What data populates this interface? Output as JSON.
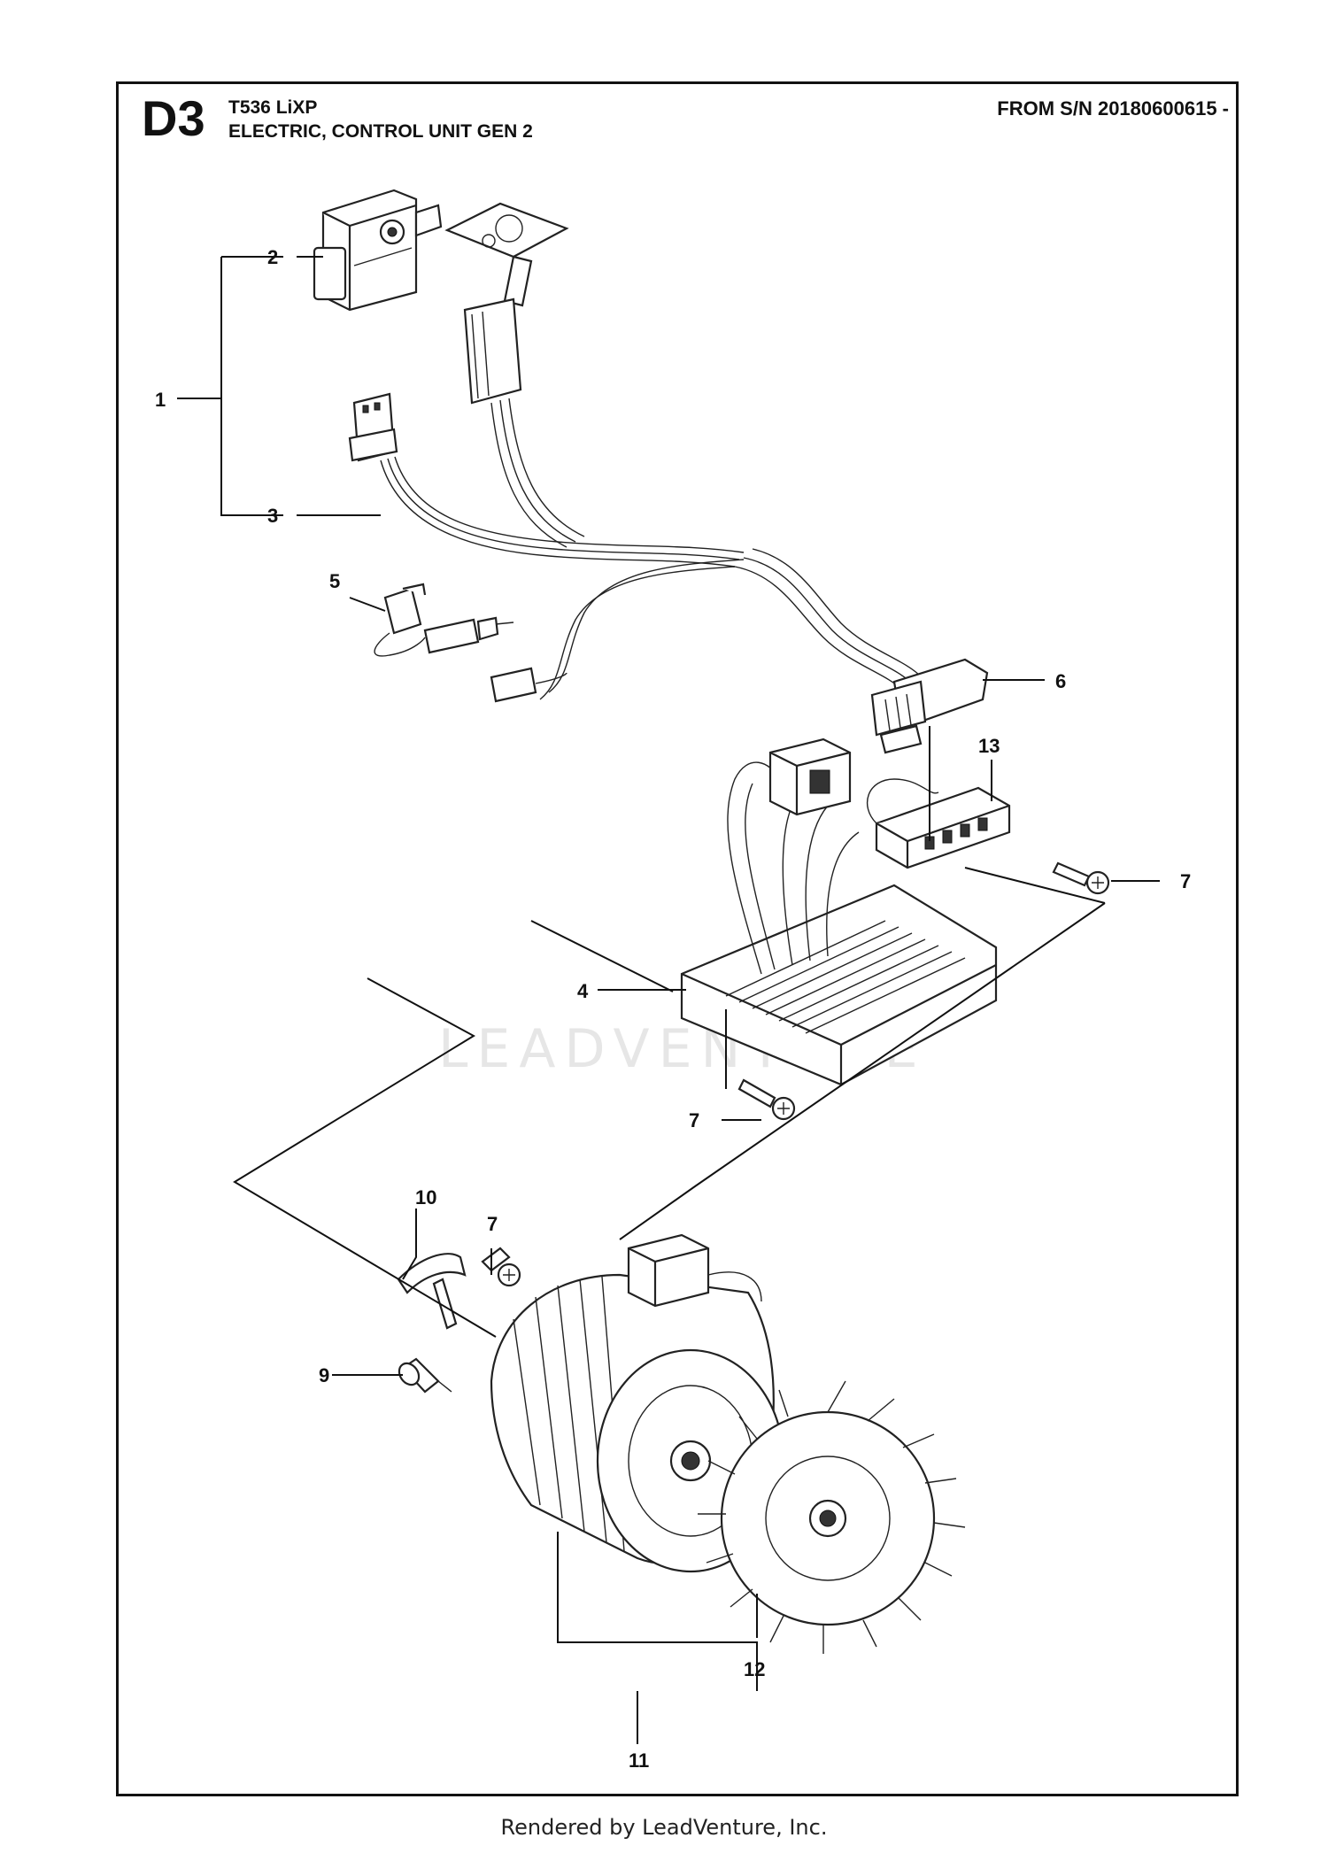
{
  "header": {
    "section_code": "D3",
    "model": "T536 LiXP",
    "title": "ELECTRIC, CONTROL UNIT GEN 2",
    "serial_range": "FROM S/N 20180600615 -"
  },
  "watermark": "LEADVENTURE",
  "callouts": [
    {
      "id": "c1",
      "label": "1"
    },
    {
      "id": "c2",
      "label": "2"
    },
    {
      "id": "c3",
      "label": "3"
    },
    {
      "id": "c4",
      "label": "4"
    },
    {
      "id": "c5",
      "label": "5"
    },
    {
      "id": "c6",
      "label": "6"
    },
    {
      "id": "c7a",
      "label": "7"
    },
    {
      "id": "c7b",
      "label": "7"
    },
    {
      "id": "c7c",
      "label": "7"
    },
    {
      "id": "c9",
      "label": "9"
    },
    {
      "id": "c10",
      "label": "10"
    },
    {
      "id": "c11",
      "label": "11"
    },
    {
      "id": "c12",
      "label": "12"
    },
    {
      "id": "c13",
      "label": "13"
    }
  ],
  "footer": "Rendered by LeadVenture, Inc."
}
